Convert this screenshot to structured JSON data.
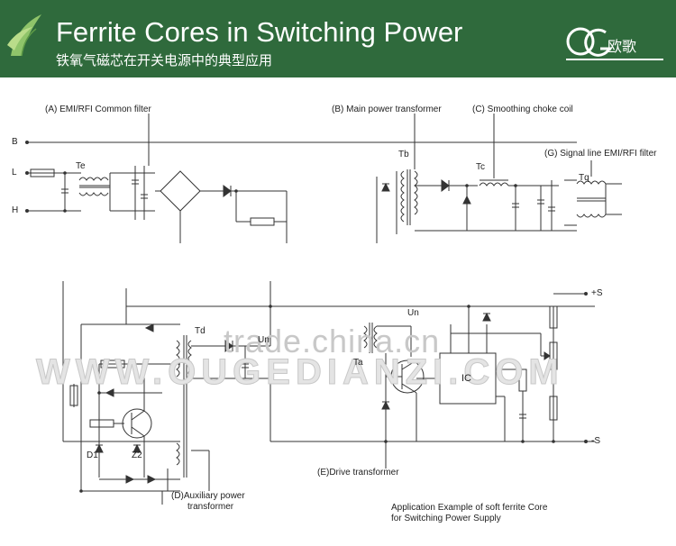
{
  "banner": {
    "title": "Ferrite Cores in Switching Power",
    "subtitle": "铁氧气磁芯在开关电源中的典型应用",
    "logo_text": "欧歌",
    "bg_color": "#2f6a3c"
  },
  "labels": {
    "a_filter": "(A) EMI/RFI Common filter",
    "b_transformer": "(B) Main power transformer",
    "c_choke": "(C) Smoothing choke coil",
    "g_filter": "(G) Signal line EMI/RFI filter",
    "d_transformer_1": "(D)Auxiliary power",
    "d_transformer_2": "transformer",
    "e_transformer": "(E)Drive transformer",
    "caption_1": "Application Example of soft ferrite Core",
    "caption_2": "for Switching Power Supply"
  },
  "components": {
    "te": "Te",
    "tb": "Tb",
    "tc": "Tc",
    "tq": "Tq",
    "td": "Td",
    "ta": "Ta",
    "ic": "IC",
    "d1": "D1",
    "z2": "Z2",
    "un_1": "Un",
    "un_2": "Un"
  },
  "nodes": {
    "b": "B",
    "l": "L",
    "h": "H",
    "plus_s": "+S",
    "minus_s": "-S"
  },
  "watermark": {
    "domain": "trade.china.cn",
    "site": "WWW.OUGEDIANZI.COM"
  }
}
